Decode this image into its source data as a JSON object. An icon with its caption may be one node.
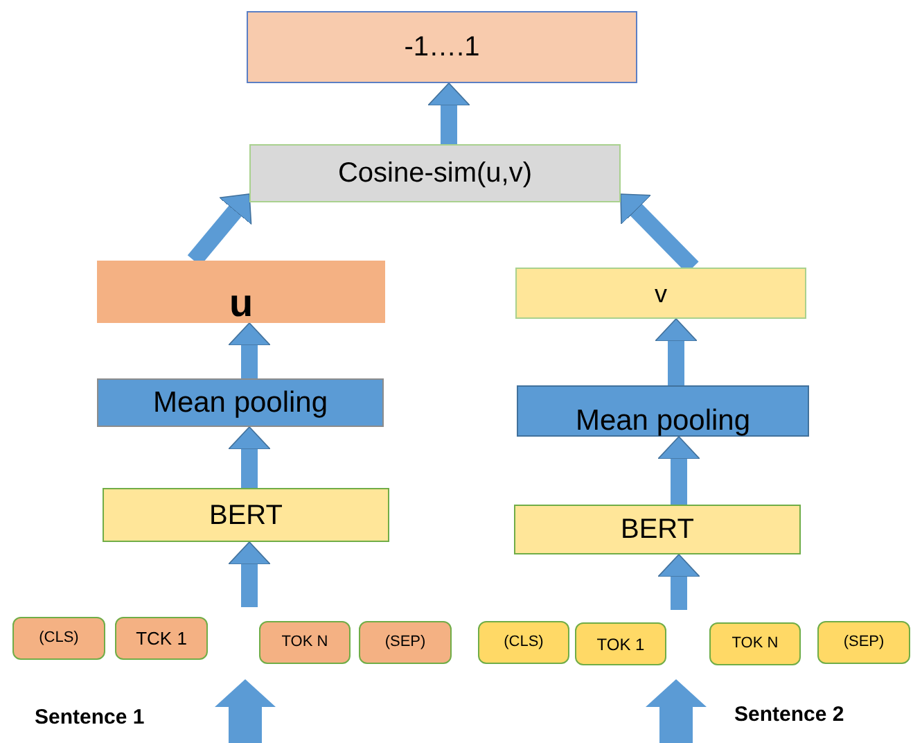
{
  "diagram": {
    "nodes": [
      {
        "text": [
          "-1….1"
        ]
      },
      {
        "text": [
          "Cosine-sim(u,v)"
        ]
      },
      {
        "text": [
          "u"
        ]
      },
      {
        "text": [
          "v"
        ]
      },
      {
        "text": [
          "Mean pooling"
        ]
      },
      {
        "text": [
          "Mean pooling"
        ]
      },
      {
        "text": [
          "BERT"
        ]
      },
      {
        "text": [
          "BERT"
        ]
      },
      {
        "text": [
          "(CLS)"
        ]
      },
      {
        "text": [
          "TCK 1"
        ]
      },
      {
        "text": [
          "TOK N"
        ]
      },
      {
        "text": [
          "(SEP)"
        ]
      },
      {
        "text": [
          "(CLS)"
        ]
      },
      {
        "text": [
          "TOK 1"
        ]
      },
      {
        "text": [
          "TOK N"
        ]
      },
      {
        "text": [
          "(SEP)"
        ]
      }
    ],
    "edges": [
      {
        "from": 1,
        "to": 0,
        "arrow": "to"
      },
      {
        "from": 2,
        "to": 1,
        "arrow": "to"
      },
      {
        "from": 3,
        "to": 1,
        "arrow": "to"
      },
      {
        "from": 4,
        "to": 2,
        "arrow": "to"
      },
      {
        "from": 5,
        "to": 3,
        "arrow": "to"
      },
      {
        "from": 6,
        "to": 4,
        "arrow": "to"
      },
      {
        "from": 7,
        "to": 5,
        "arrow": "to"
      },
      {
        "from": null,
        "to": 6,
        "arrow": "to"
      },
      {
        "from": null,
        "to": 7,
        "arrow": "to"
      }
    ],
    "labels": [
      "Sentence 1",
      "Sentence 2"
    ]
  }
}
